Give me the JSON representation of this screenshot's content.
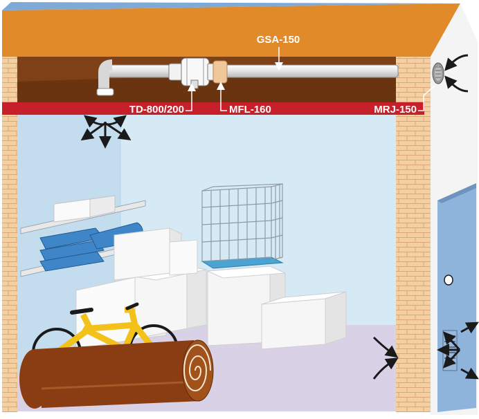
{
  "labels": {
    "duct": "GSA-150",
    "fan": "TD-800/200",
    "silencer": "MFL-160",
    "grille": "MRJ-150"
  },
  "colors": {
    "roof": "#e08a2a",
    "ceiling_space": "#6b3410",
    "ceiling_band": "#c8202a",
    "room_wall": "#d6eaf6",
    "floor": "#d9d2e6",
    "brick": "#f3cfa2",
    "door": "#8fb4dc",
    "duct": "#e6e6e6",
    "roll": "#8a3d12",
    "towel": "#3e86c8",
    "bike": "#f2c21a"
  },
  "icons": [
    "airflow-arrows-icon",
    "brick-wall",
    "bicycle",
    "insulation-roll",
    "towels",
    "wire-cage",
    "door"
  ]
}
